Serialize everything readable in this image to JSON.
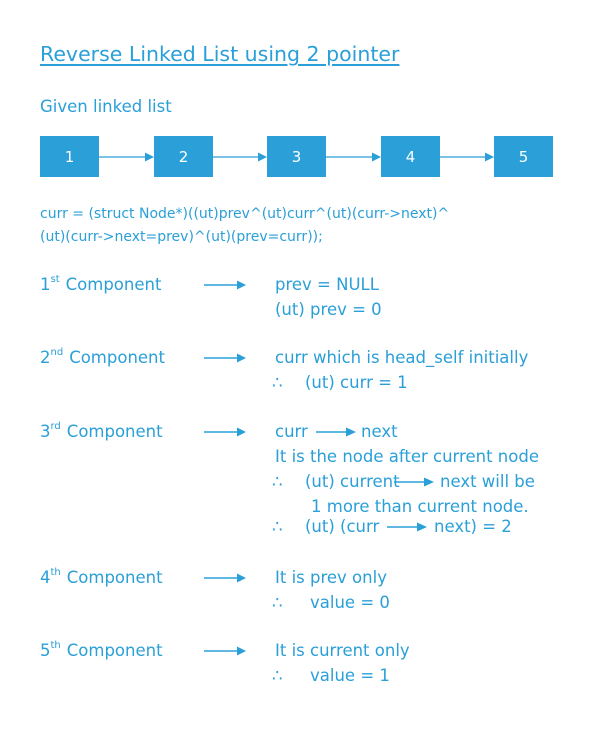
{
  "title": "Reverse Linked List using 2 pointer",
  "subtitle": "Given linked list",
  "nodes": [
    "1",
    "2",
    "3",
    "4",
    "5"
  ],
  "code": {
    "line1": "curr = (struct Node*)((ut)prev^(ut)curr^(ut)(curr->next)^",
    "line2": "(ut)(curr->next=prev)^(ut)(prev=curr));"
  },
  "therefore_symbol": "∴",
  "components": [
    {
      "num": "1",
      "sup": "st",
      "word": "Component",
      "lines": [
        "prev = NULL",
        "(ut) prev = 0"
      ]
    },
    {
      "num": "2",
      "sup": "nd",
      "word": "Component",
      "lines": [
        "curr which is head_self initially",
        "(ut) curr = 1"
      ]
    },
    {
      "num": "3",
      "sup": "rd",
      "word": "Component",
      "line1_a": "curr",
      "line1_b": "next",
      "line2": "It is the node after current node",
      "line3_a": "(ut) current",
      "line3_b": "next will be",
      "line4": "1 more than current node.",
      "line5_a": "(ut) (curr",
      "line5_b": "next) = 2"
    },
    {
      "num": "4",
      "sup": "th",
      "word": "Component",
      "lines": [
        "It is prev only",
        "value = 0"
      ]
    },
    {
      "num": "5",
      "sup": "th",
      "word": "Component",
      "lines": [
        "It is current only",
        "value = 1"
      ]
    }
  ]
}
